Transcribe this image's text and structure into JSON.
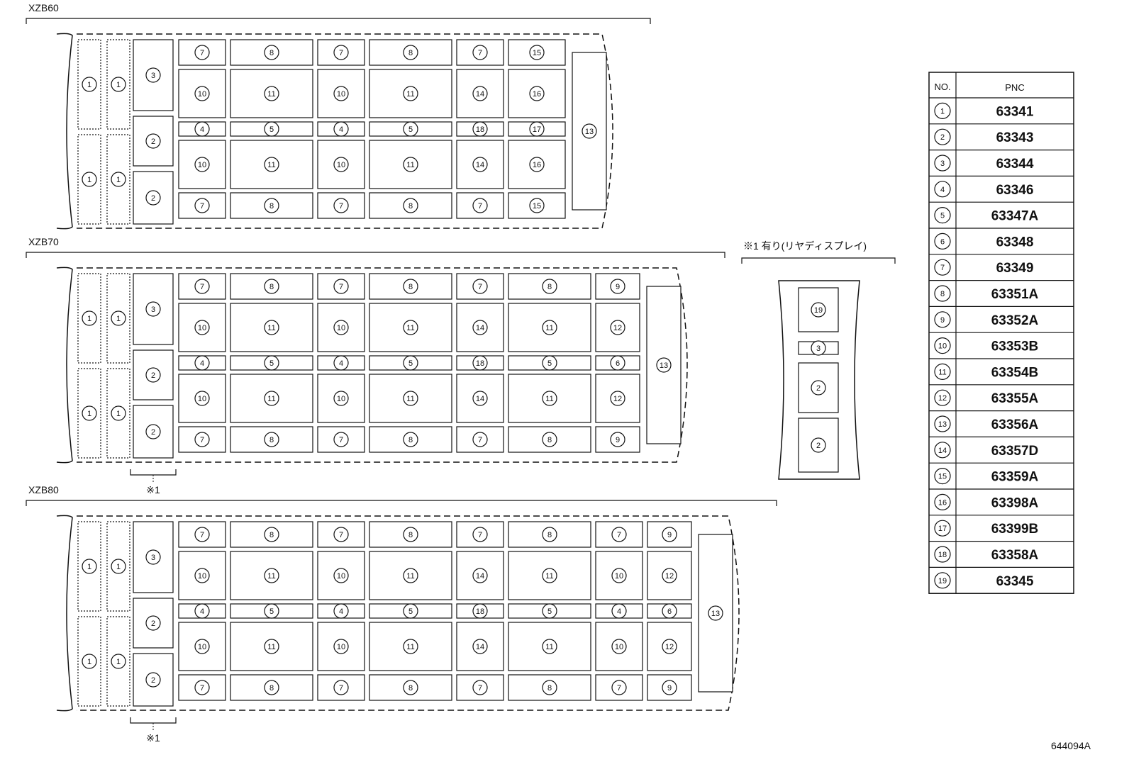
{
  "drawing_code": "644094A",
  "models": [
    {
      "label": "XZB60",
      "panel_groups": [
        {
          "col": "a",
          "rows": [
            [
              "1",
              "1"
            ]
          ]
        },
        {
          "col": "b",
          "rows": [
            [
              "1",
              "1"
            ]
          ]
        }
      ],
      "left_col": [
        "3",
        "2",
        "2"
      ],
      "grid": [
        [
          "7",
          "8",
          "7",
          "8",
          "7",
          "15"
        ],
        [
          "10",
          "11",
          "10",
          "11",
          "14",
          "16"
        ],
        [
          "4",
          "5",
          "4",
          "5",
          "18",
          "17"
        ],
        [
          "10",
          "11",
          "10",
          "11",
          "14",
          "16"
        ],
        [
          "7",
          "8",
          "7",
          "8",
          "7",
          "15"
        ]
      ],
      "end": "13",
      "note": ""
    },
    {
      "label": "XZB70",
      "left_col": [
        "3",
        "2",
        "2"
      ],
      "grid": [
        [
          "7",
          "8",
          "7",
          "8",
          "7",
          "8",
          "9"
        ],
        [
          "10",
          "11",
          "10",
          "11",
          "14",
          "11",
          "12"
        ],
        [
          "4",
          "5",
          "4",
          "5",
          "18",
          "5",
          "6"
        ],
        [
          "10",
          "11",
          "10",
          "11",
          "14",
          "11",
          "12"
        ],
        [
          "7",
          "8",
          "7",
          "8",
          "7",
          "8",
          "9"
        ]
      ],
      "end": "13",
      "note": "※1"
    },
    {
      "label": "XZB80",
      "left_col": [
        "3",
        "2",
        "2"
      ],
      "grid": [
        [
          "7",
          "8",
          "7",
          "8",
          "7",
          "8",
          "7",
          "9"
        ],
        [
          "10",
          "11",
          "10",
          "11",
          "14",
          "11",
          "10",
          "12"
        ],
        [
          "4",
          "5",
          "4",
          "5",
          "18",
          "5",
          "4",
          "6"
        ],
        [
          "10",
          "11",
          "10",
          "11",
          "14",
          "11",
          "10",
          "12"
        ],
        [
          "7",
          "8",
          "7",
          "8",
          "7",
          "8",
          "7",
          "9"
        ]
      ],
      "end": "13",
      "note": "※1"
    }
  ],
  "option": {
    "label": "※1 有り(リヤディスプレイ)",
    "items": [
      "19",
      "3",
      "2",
      "2"
    ]
  },
  "pnc_table": {
    "header_no": "NO.",
    "header_pnc": "PNC",
    "rows": [
      {
        "no": "1",
        "pnc": "63341"
      },
      {
        "no": "2",
        "pnc": "63343"
      },
      {
        "no": "3",
        "pnc": "63344"
      },
      {
        "no": "4",
        "pnc": "63346"
      },
      {
        "no": "5",
        "pnc": "63347A"
      },
      {
        "no": "6",
        "pnc": "63348"
      },
      {
        "no": "7",
        "pnc": "63349"
      },
      {
        "no": "8",
        "pnc": "63351A"
      },
      {
        "no": "9",
        "pnc": "63352A"
      },
      {
        "no": "10",
        "pnc": "63353B"
      },
      {
        "no": "11",
        "pnc": "63354B"
      },
      {
        "no": "12",
        "pnc": "63355A"
      },
      {
        "no": "13",
        "pnc": "63356A"
      },
      {
        "no": "14",
        "pnc": "63357D"
      },
      {
        "no": "15",
        "pnc": "63359A"
      },
      {
        "no": "16",
        "pnc": "63398A"
      },
      {
        "no": "17",
        "pnc": "63399B"
      },
      {
        "no": "18",
        "pnc": "63358A"
      },
      {
        "no": "19",
        "pnc": "63345"
      }
    ]
  }
}
